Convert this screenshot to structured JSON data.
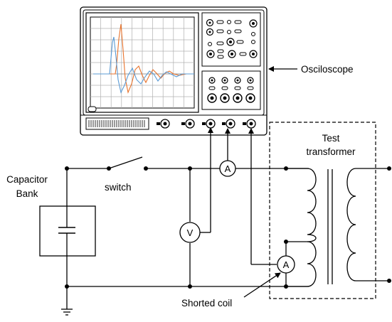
{
  "labels": {
    "oscilloscope": "Osciloscope",
    "test_transformer_line1": "Test",
    "test_transformer_line2": "transformer",
    "capacitor_bank_line1": "Capacitor",
    "capacitor_bank_line2": "Bank",
    "switch": "switch",
    "shorted_coil": "Shorted coil",
    "ammeter_symbol": "A",
    "voltmeter_symbol": "V"
  },
  "colors": {
    "trace_red": "#e8732c",
    "trace_blue": "#5b9bd5",
    "trace_gray": "#999999",
    "scope_body": "#ffffff",
    "scope_screen": "#ffffff"
  },
  "icons": {
    "oscilloscope": "oscilloscope-icon",
    "ammeter": "ammeter-icon",
    "voltmeter": "voltmeter-icon",
    "capacitor": "capacitor-icon",
    "switch": "switch-icon",
    "ground": "ground-icon",
    "transformer": "transformer-icon"
  }
}
